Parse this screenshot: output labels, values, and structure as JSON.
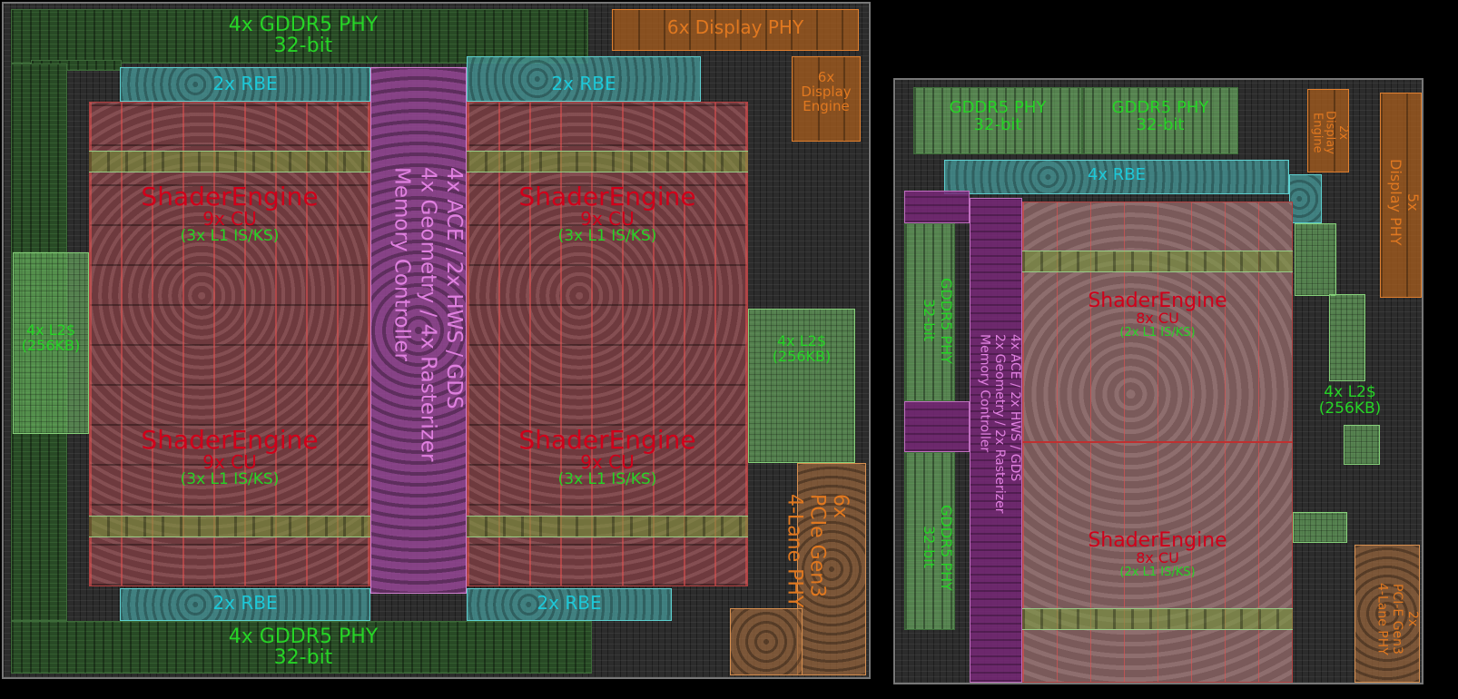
{
  "left_die": {
    "top_phy": [
      "4x GDDR5 PHY",
      "32-bit"
    ],
    "bottom_phy": [
      "4x GDDR5 PHY",
      "32-bit"
    ],
    "display_phy": "6x Display PHY",
    "display_engine": [
      "6x",
      "Display",
      "Engine"
    ],
    "rbe_top_left": "2x RBE",
    "rbe_top_right": "2x RBE",
    "rbe_bottom_left": "2x RBE",
    "rbe_bottom_right": "2x RBE",
    "l2_left": [
      "4x L2$",
      "(256KB)"
    ],
    "l2_right": [
      "4x L2$",
      "(256KB)"
    ],
    "center_lines": [
      "4x ACE / 2x HWS / GDS",
      "4x Geometry / 4x Rasterizer",
      "Memory Controller"
    ],
    "pcie": [
      "6x",
      "PCIe Gen3",
      "4-Lane PHY"
    ],
    "shader_engines": [
      {
        "title": "ShaderEngine",
        "cu": "9x CU",
        "cache": "(3x L1 IS/KS)"
      },
      {
        "title": "ShaderEngine",
        "cu": "9x CU",
        "cache": "(3x L1 IS/KS)"
      },
      {
        "title": "ShaderEngine",
        "cu": "9x CU",
        "cache": "(3x L1 IS/KS)"
      },
      {
        "title": "ShaderEngine",
        "cu": "9x CU",
        "cache": "(3x L1 IS/KS)"
      }
    ]
  },
  "right_die": {
    "phy_top_left": [
      "GDDR5 PHY",
      "32-bit"
    ],
    "phy_top_right": [
      "GDDR5 PHY",
      "32-bit"
    ],
    "phy_left_upper": [
      "GDDR5 PHY",
      "32-bit"
    ],
    "phy_left_lower": [
      "GDDR5 PHY",
      "32-bit"
    ],
    "display_engine": [
      "2x",
      "Display",
      "Engine"
    ],
    "display_phy": [
      "5x",
      "Display PHY"
    ],
    "rbe": "4x RBE",
    "center_lines": [
      "4x ACE / 2x HWS / GDS",
      "2x Geometry / 2x Rasterizer",
      "Memory Controller"
    ],
    "l2": [
      "4x L2$",
      "(256KB)"
    ],
    "pcie": [
      "2x",
      "PCI-E Gen3",
      "4-Lane PHY"
    ],
    "shader_engines": [
      {
        "title": "ShaderEngine",
        "cu": "8x CU",
        "cache": "(2x L1 IS/KS)"
      },
      {
        "title": "ShaderEngine",
        "cu": "8x CU",
        "cache": "(2x L1 IS/KS)"
      }
    ]
  }
}
